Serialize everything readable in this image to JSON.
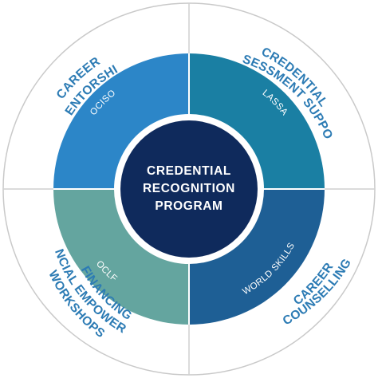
{
  "colors": {
    "outer_ring_stroke": "#c9c9c9",
    "divider": "#cfcfcf",
    "outer_text": "#2c7bb4",
    "segment_text": "#ffffff",
    "center_fill": "#0f2a5c",
    "center_ring": "#ffffff",
    "segments": {
      "top_left": "#2c86c8",
      "top_right": "#1a7fa3",
      "bottom_left": "#64a59f",
      "bottom_right": "#1e5f95"
    }
  },
  "center": {
    "line1": "CREDENTIAL",
    "line2": "RECOGNITION",
    "line3": "PROGRAM"
  },
  "segments": {
    "top_left": {
      "label": "OCISO"
    },
    "top_right": {
      "label": "LASSA"
    },
    "bottom_left": {
      "label": "OCLF"
    },
    "bottom_right": {
      "label": "WORLD SKILLS"
    }
  },
  "outer": {
    "top_left": {
      "line1": "CAREER",
      "line2": "MENTORSHIP"
    },
    "top_right": {
      "line1": "CREDENTIAL",
      "line2": "ASSESSMENT SUPPORT"
    },
    "bottom_left": {
      "line1": "FINANCING",
      "line2": "FINANCIAL EMPOWERMENT",
      "line3": "WORKSHOPS"
    },
    "bottom_right": {
      "line1": "CAREER",
      "line2": "COUNSELLING"
    }
  }
}
